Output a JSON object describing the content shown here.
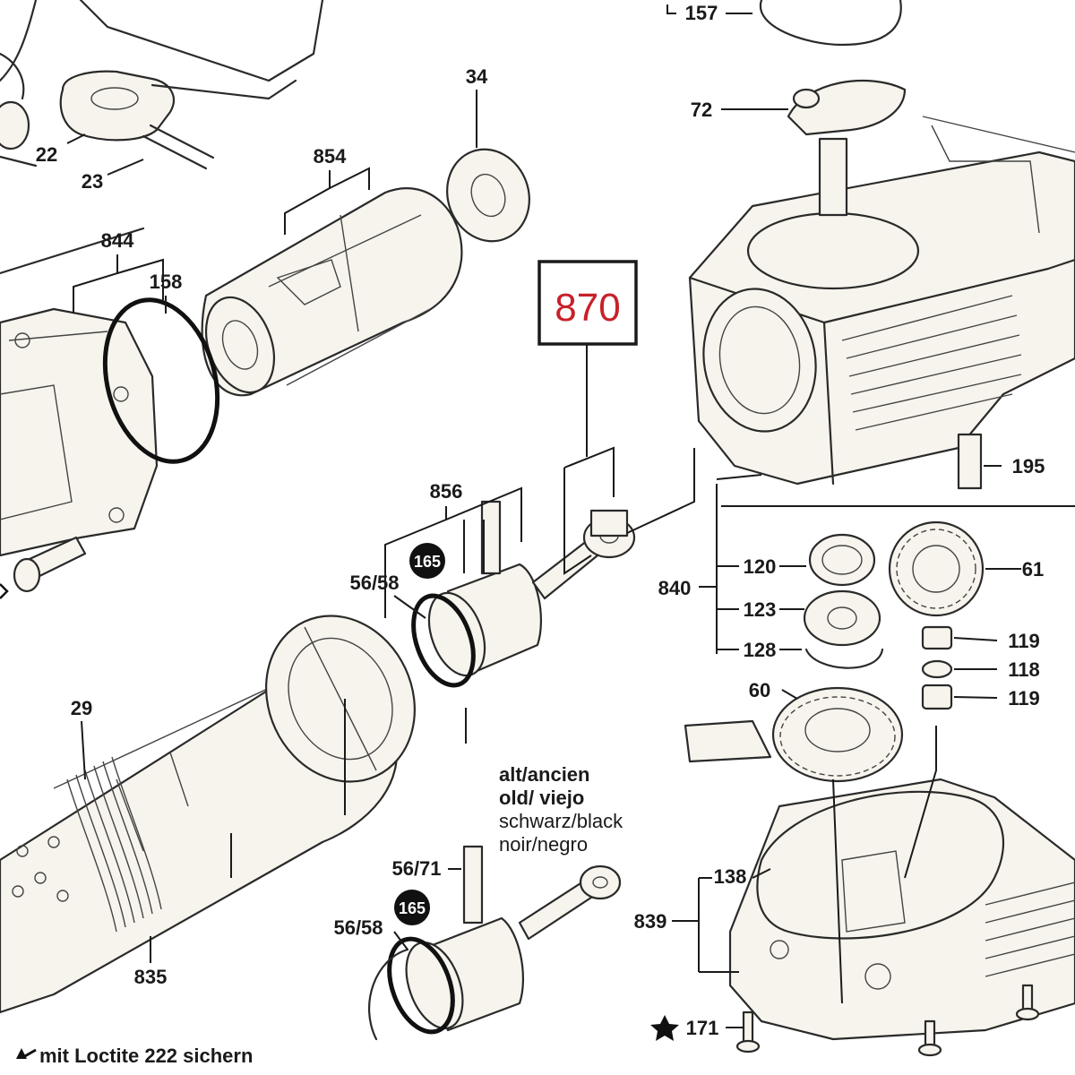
{
  "callout": {
    "label": "870",
    "color": "#c8202a"
  },
  "labels": {
    "p157": "157",
    "p72": "72",
    "p34": "34",
    "p22": "22",
    "p23": "23",
    "p854": "854",
    "p844": "844",
    "p158": "158",
    "p195": "195",
    "p856": "856",
    "p165a": "165",
    "p5658a": "56/58",
    "p840": "840",
    "p120": "120",
    "p61": "61",
    "p123": "123",
    "p128": "128",
    "p119a": "119",
    "p118": "118",
    "p119b": "119",
    "p60": "60",
    "p29": "29",
    "p5671": "56/71",
    "p165b": "165",
    "p5658b": "56/58",
    "p138": "138",
    "p839": "839",
    "p835": "835",
    "p171": "171"
  },
  "note": {
    "line1": "alt/ancien",
    "line2": "old/ viejo",
    "line3": "schwarz/black",
    "line4": "noir/negro"
  },
  "footer": {
    "text": "mit Loctite 222 sichern"
  },
  "symbols": {
    "loctite": "wrench-drop-icon",
    "star": "star-icon"
  }
}
